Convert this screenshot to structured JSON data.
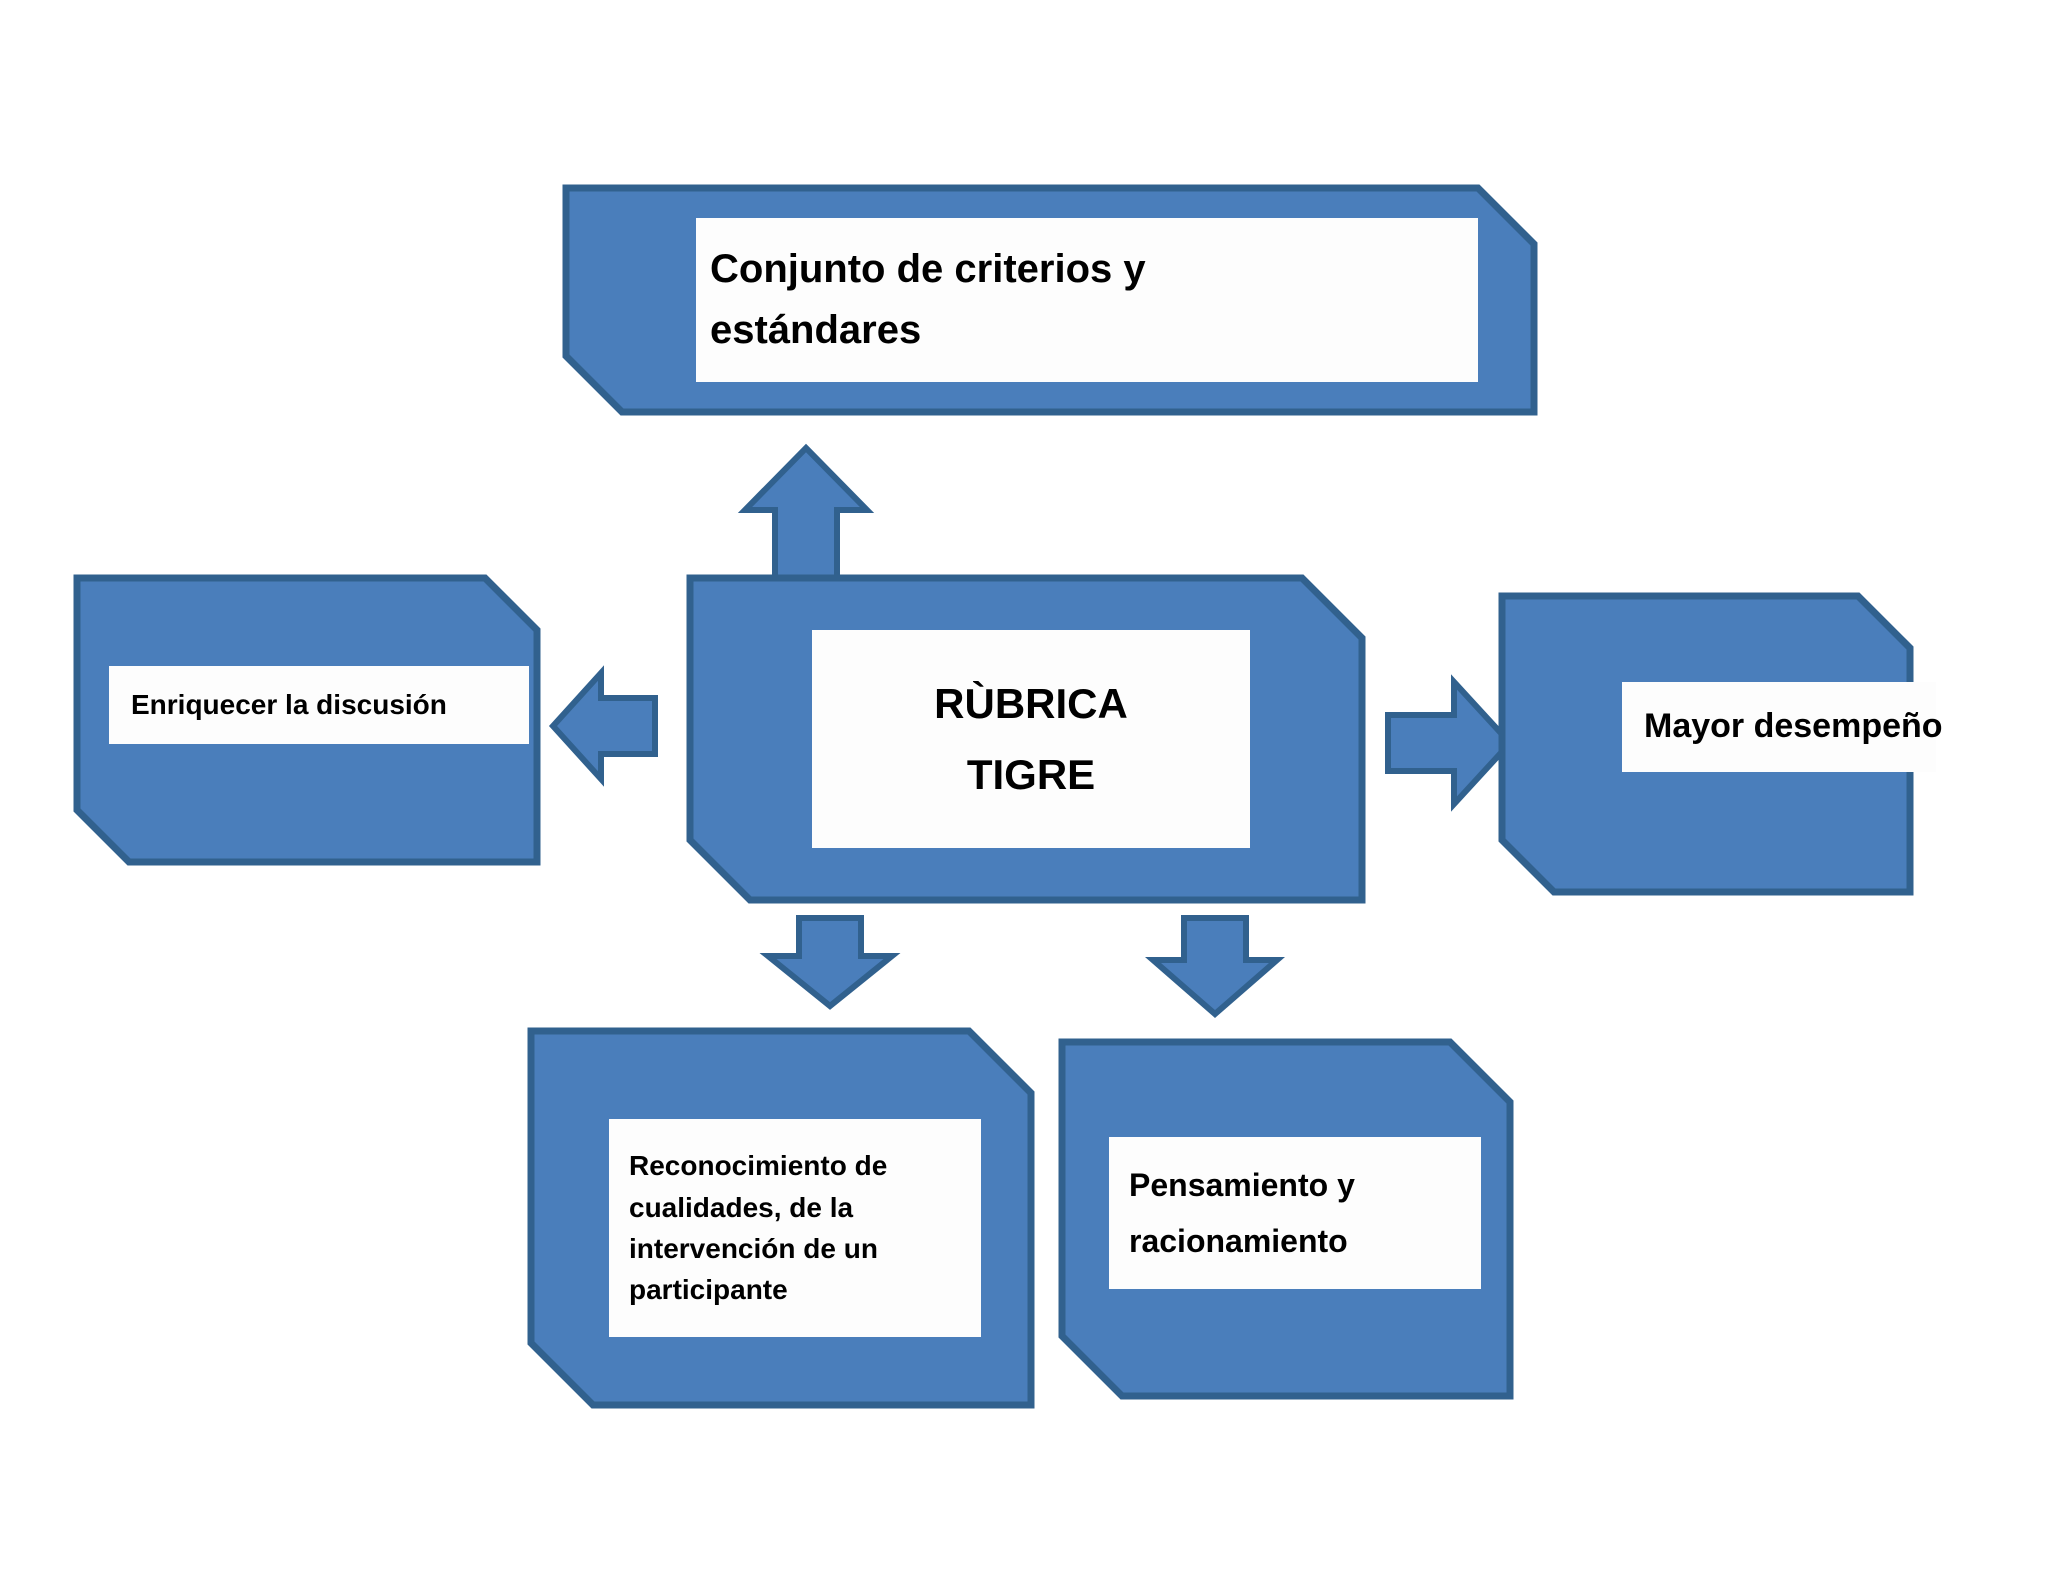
{
  "diagram": {
    "title": "RÙBRICA TIGRE concept map",
    "colors": {
      "fill": "#4a7ebb",
      "stroke": "#31618e",
      "label_bg": "#fdfdfd",
      "text": "#000000",
      "page_bg": "#ffffff"
    },
    "nodes": [
      {
        "id": "central",
        "name": "central-node",
        "lines": [
          "RÙBRICA",
          "TIGRE"
        ]
      },
      {
        "id": "criterios",
        "name": "criterios-node",
        "lines": [
          "Conjunto de criterios y",
          "estándares"
        ]
      },
      {
        "id": "enriquecer",
        "name": "enriquecer-node",
        "lines": [
          "Enriquecer la discusión"
        ]
      },
      {
        "id": "mayor",
        "name": "mayor-desempeno-node",
        "lines": [
          "Mayor desempeño"
        ]
      },
      {
        "id": "reconocimiento",
        "name": "reconocimiento-node",
        "lines": [
          "Reconocimiento de",
          "cualidades, de la",
          "intervención de un",
          "participante"
        ]
      },
      {
        "id": "pensamiento",
        "name": "pensamiento-node",
        "lines": [
          "Pensamiento y",
          "racionamiento"
        ]
      }
    ],
    "arrows": [
      {
        "id": "up",
        "name": "arrow-up-icon",
        "direction": "up",
        "from": "central",
        "to": "criterios"
      },
      {
        "id": "left",
        "name": "arrow-left-icon",
        "direction": "left",
        "from": "central",
        "to": "enriquecer"
      },
      {
        "id": "right",
        "name": "arrow-right-icon",
        "direction": "right",
        "from": "central",
        "to": "mayor"
      },
      {
        "id": "down1",
        "name": "arrow-down-icon",
        "direction": "down",
        "from": "central",
        "to": "reconocimiento"
      },
      {
        "id": "down2",
        "name": "arrow-down-icon",
        "direction": "down",
        "from": "central",
        "to": "pensamiento"
      }
    ]
  }
}
